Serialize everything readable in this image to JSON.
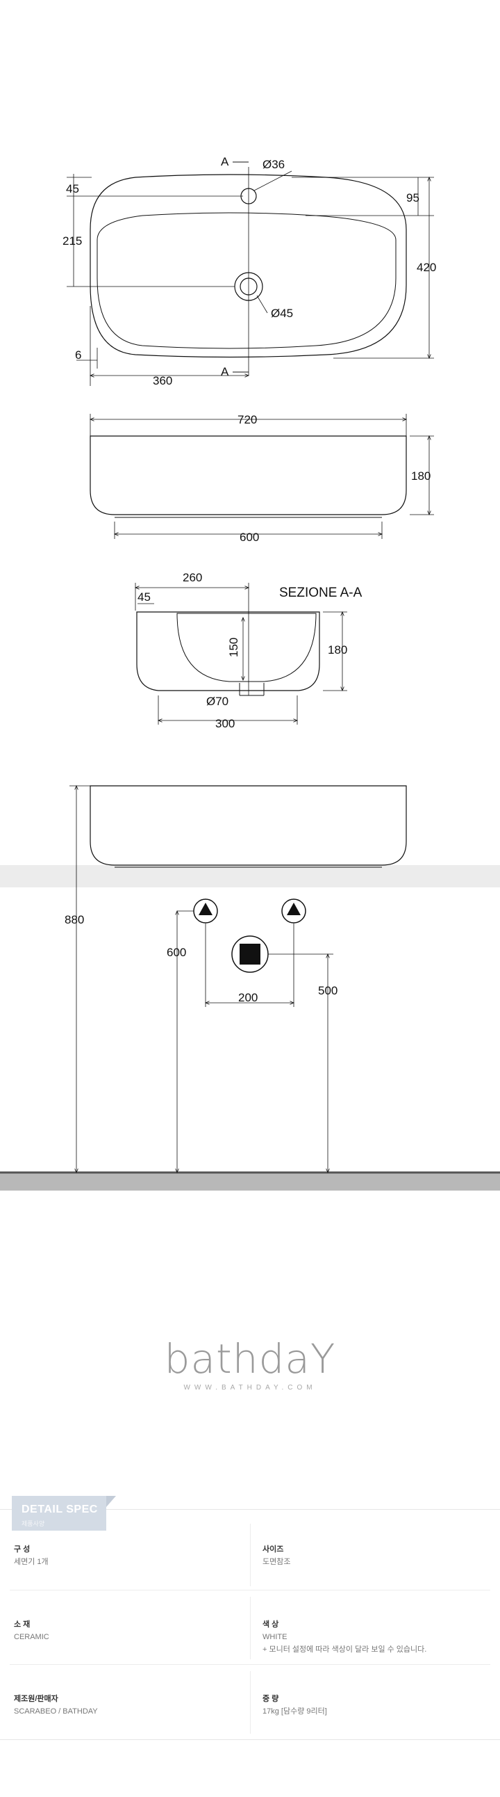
{
  "plan_view": {
    "section_top": "A",
    "section_bottom": "A",
    "tap_hole": "Ø36",
    "drain": "Ø45",
    "dim_45": "45",
    "dim_215": "215",
    "dim_6": "6",
    "dim_360": "360",
    "dim_95": "95",
    "dim_420": "420"
  },
  "front_view": {
    "dim_720": "720",
    "dim_180": "180",
    "dim_600": "600"
  },
  "section_view": {
    "title": "SEZIONE A-A",
    "dim_260": "260",
    "dim_45": "45",
    "dim_150": "150",
    "dim_180": "180",
    "dim_70": "Ø70",
    "dim_300": "300"
  },
  "install_view": {
    "dim_880": "880",
    "dim_600": "600",
    "dim_200": "200",
    "dim_500": "500"
  },
  "logo": {
    "word": "bathdaY",
    "url": "WWW.BATHDAY.COM"
  },
  "spec": {
    "tag_title": "DETAIL SPEC",
    "tag_sub": "제품사양",
    "items": [
      {
        "label": "구 성",
        "value": "세면기 1개"
      },
      {
        "label": "사이즈",
        "value": "도면참조"
      },
      {
        "label": "소 재",
        "value": "CERAMIC"
      },
      {
        "label": "색 상",
        "value": "WHITE",
        "note": "+ 모니터 설정에 따라 색상이 달라 보일 수 있습니다."
      },
      {
        "label": "제조원/판매자",
        "value": "SCARABEO / BATHDAY"
      },
      {
        "label": "중 량",
        "value": "17kg  [담수량 9리터]"
      }
    ]
  }
}
